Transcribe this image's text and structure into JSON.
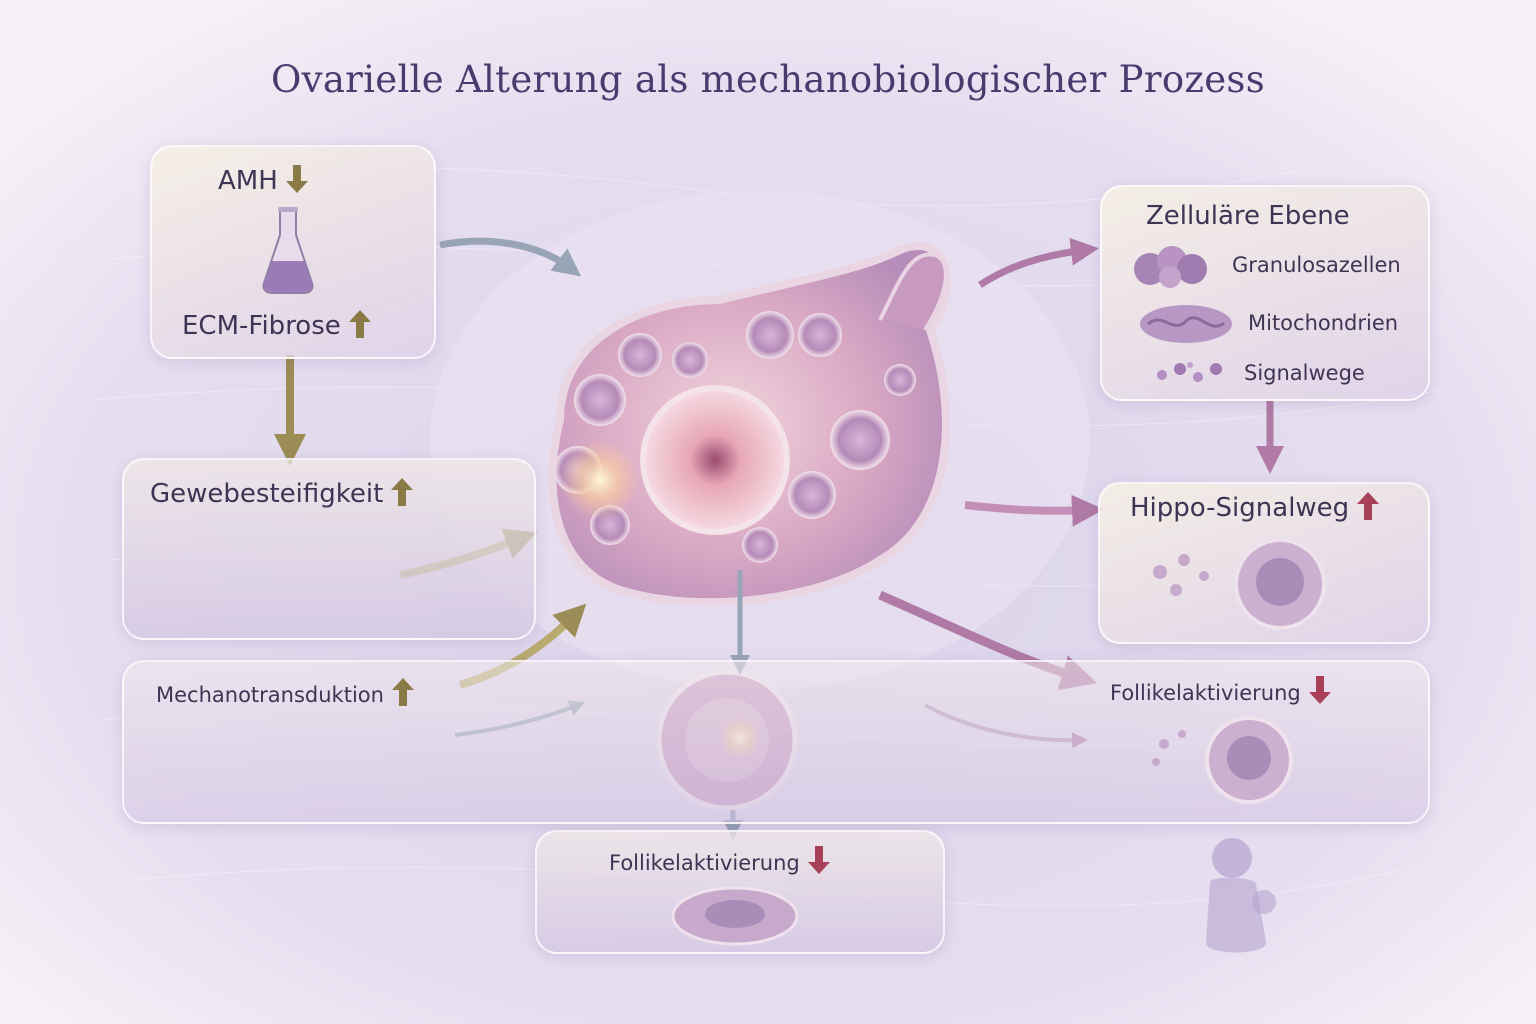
{
  "title": "Ovarielle Alterung als mechanobiologischer Prozess",
  "left_panel": {
    "amh": {
      "label": "AMH",
      "trend": "down"
    },
    "ecm": {
      "label": "ECM-Fibrose",
      "trend": "up"
    }
  },
  "tissue_stiffness": {
    "label": "Gewebesteifigkeit",
    "trend": "up"
  },
  "mechanotransduction": {
    "label": "Mechanotransduktion",
    "trend": "up"
  },
  "cellular_level": {
    "heading": "Zelluläre Ebene",
    "items": [
      {
        "label": "Granulosazellen",
        "icon": "granulosa-cells-icon"
      },
      {
        "label": "Mitochondrien",
        "icon": "mitochondria-icon"
      },
      {
        "label": "Signalwege",
        "icon": "signaling-dots-icon"
      }
    ]
  },
  "hippo": {
    "label": "Hippo-Signalweg",
    "trend": "up"
  },
  "follicle_activation_right": {
    "label": "Follikelaktivierung",
    "trend": "down"
  },
  "follicle_activation_bottom": {
    "label": "Follikelaktivierung",
    "trend": "down"
  },
  "colors": {
    "title": "#4a3a6e",
    "olive_arrow": "#9c8c55",
    "mauve_arrow": "#b07aa6",
    "gray_arrow": "#98a5b6",
    "down_marker": "#a8405a",
    "up_marker": "#8a7a46"
  }
}
